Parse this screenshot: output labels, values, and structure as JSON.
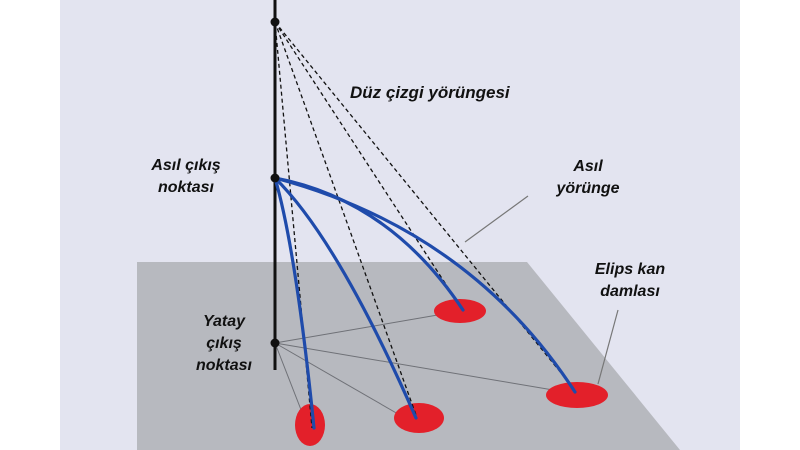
{
  "diagram": {
    "labels": {
      "straight_line": "Düz çizgi yörüngesi",
      "actual_exit_1": "Asıl çıkış",
      "actual_exit_2": "noktası",
      "actual_traj_1": "Asıl",
      "actual_traj_2": "yörünge",
      "ellipse_1": "Elips kan",
      "ellipse_2": "damlası",
      "horizontal_1": "Yatay",
      "horizontal_2": "çıkış",
      "horizontal_3": "noktası"
    },
    "colors": {
      "backdrop": "#e3e4f0",
      "floor": "#b7b9bf",
      "pole": "#111111",
      "trajectory": "#1f4bab",
      "drop": "#e3202a",
      "dashed": "#111111",
      "floor_lines": "#6f7177"
    }
  }
}
